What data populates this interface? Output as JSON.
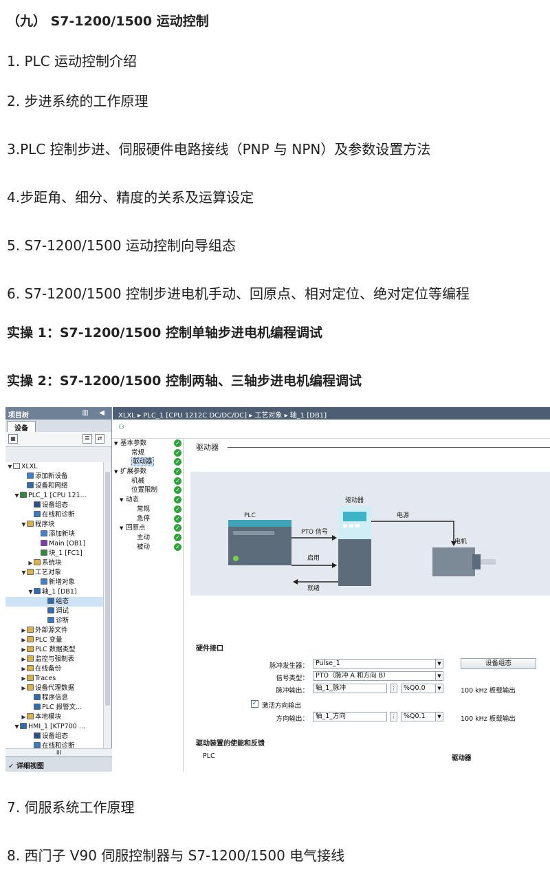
{
  "doc": {
    "heading": "（九） S7-1200/1500 运动控制",
    "item1": "1. PLC 运动控制介绍",
    "item2": "2.  步进系统的工作原理",
    "item3": "3.PLC 控制步进、伺服硬件电路接线（PNP 与 NPN）及参数设置方法",
    "item4": "4.步距角、细分、精度的关系及运算设定",
    "item5": "5. S7-1200/1500 运动控制向导组态",
    "item6": "6. S7-1200/1500 控制步进电机手动、回原点、相对定位、绝对定位等编程",
    "lab1": "实操 1：S7-1200/1500 控制单轴步进电机编程调试",
    "lab2": "实操 2：S7-1200/1500 控制两轴、三轴步进电机编程调试",
    "item7": "7.  伺服系统工作原理",
    "item8": "8.  西门子 V90 伺服控制器与 S7-1200/1500 电气接线"
  },
  "tree": {
    "title": "项目树",
    "title_buttons": "▥ ◀",
    "tab": "设备",
    "items": [
      {
        "label": "XLXL",
        "arrow": "▼",
        "indent": 0,
        "color": "#f2f2f2"
      },
      {
        "label": "添加新设备",
        "arrow": "",
        "indent": 2,
        "color": "#3f7fd0"
      },
      {
        "label": "设备和网络",
        "arrow": "",
        "indent": 2,
        "color": "#2f6db0"
      },
      {
        "label": "PLC_1 [CPU 121...",
        "arrow": "▼",
        "indent": 1,
        "color": "#2f8a3c"
      },
      {
        "label": "设备组态",
        "arrow": "",
        "indent": 3,
        "color": "#2f4f90"
      },
      {
        "label": "在线和诊断",
        "arrow": "",
        "indent": 3,
        "color": "#3a7ac0"
      },
      {
        "label": "程序块",
        "arrow": "▼",
        "indent": 2,
        "color": "#d9b24a"
      },
      {
        "label": "添加新块",
        "arrow": "",
        "indent": 4,
        "color": "#3f7fd0"
      },
      {
        "label": "Main [OB1]",
        "arrow": "",
        "indent": 4,
        "color": "#7a3fb0"
      },
      {
        "label": "块_1 [FC1]",
        "arrow": "",
        "indent": 4,
        "color": "#2f8a3c"
      },
      {
        "label": "系统块",
        "arrow": "▶",
        "indent": 3,
        "color": "#d9b24a"
      },
      {
        "label": "工艺对象",
        "arrow": "▼",
        "indent": 2,
        "color": "#d9b24a"
      },
      {
        "label": "新增对象",
        "arrow": "",
        "indent": 4,
        "color": "#3f7fd0"
      },
      {
        "label": "轴_1 [DB1]",
        "arrow": "▼",
        "indent": 3,
        "color": "#2f6db0"
      },
      {
        "label": "组态",
        "arrow": "",
        "indent": 5,
        "color": "#2f6db0",
        "selected": true
      },
      {
        "label": "调试",
        "arrow": "",
        "indent": 5,
        "color": "#2f6db0"
      },
      {
        "label": "诊断",
        "arrow": "",
        "indent": 5,
        "color": "#3a7ac0"
      },
      {
        "label": "外部源文件",
        "arrow": "▶",
        "indent": 2,
        "color": "#d9b24a"
      },
      {
        "label": "PLC 变量",
        "arrow": "▶",
        "indent": 2,
        "color": "#d9b24a"
      },
      {
        "label": "PLC 数据类型",
        "arrow": "▶",
        "indent": 2,
        "color": "#d9b24a"
      },
      {
        "label": "监控与强制表",
        "arrow": "▶",
        "indent": 2,
        "color": "#d9b24a"
      },
      {
        "label": "在线备份",
        "arrow": "▶",
        "indent": 2,
        "color": "#d9b24a"
      },
      {
        "label": "Traces",
        "arrow": "▶",
        "indent": 2,
        "color": "#d9b24a"
      },
      {
        "label": "设备代理数据",
        "arrow": "▶",
        "indent": 2,
        "color": "#d9b24a"
      },
      {
        "label": "程序信息",
        "arrow": "",
        "indent": 3,
        "color": "#2f6db0"
      },
      {
        "label": "PLC 报警文...",
        "arrow": "",
        "indent": 3,
        "color": "#2f6db0"
      },
      {
        "label": "本地模块",
        "arrow": "▶",
        "indent": 2,
        "color": "#d9b24a"
      },
      {
        "label": "HMI_1 [KTP700 ...",
        "arrow": "▼",
        "indent": 1,
        "color": "#2f6db0"
      },
      {
        "label": "设备组态",
        "arrow": "",
        "indent": 3,
        "color": "#2f4f90"
      },
      {
        "label": "在线和诊断",
        "arrow": "",
        "indent": 3,
        "color": "#3a7ac0"
      }
    ],
    "scroll_label": "III",
    "detail": "详细视图"
  },
  "right": {
    "breadcrumb": "XLXL  ▸  PLC_1 [CPU 1212C DC/DC/DC]  ▸  工艺对象  ▸  轴_1 [DB1]",
    "nav": [
      {
        "label": "基本参数",
        "indent": 0,
        "arrow": "▼"
      },
      {
        "label": "常规",
        "indent": 2,
        "arrow": ""
      },
      {
        "label": "驱动器",
        "indent": 2,
        "arrow": "",
        "selected": true
      },
      {
        "label": "扩展参数",
        "indent": 0,
        "arrow": "▼"
      },
      {
        "label": "机械",
        "indent": 2,
        "arrow": ""
      },
      {
        "label": "位置限制",
        "indent": 2,
        "arrow": ""
      },
      {
        "label": "动态",
        "indent": 1,
        "arrow": "▼"
      },
      {
        "label": "常规",
        "indent": 3,
        "arrow": ""
      },
      {
        "label": "急停",
        "indent": 3,
        "arrow": ""
      },
      {
        "label": "回原点",
        "indent": 1,
        "arrow": "▼"
      },
      {
        "label": "主动",
        "indent": 3,
        "arrow": ""
      },
      {
        "label": "被动",
        "indent": 3,
        "arrow": ""
      }
    ],
    "section_drive": "驱动器",
    "diagram": {
      "plc": "PLC",
      "drive": "驱动器",
      "power": "电源",
      "motor": "电机",
      "pto": "PTO 信号",
      "enable": "启用",
      "ready": "就绪"
    },
    "hw_title": "硬件接口",
    "form": {
      "pulse_gen_label": "脉冲发生器：",
      "pulse_gen_value": "Pulse_1",
      "device_config_btn": "设备组态",
      "signal_type_label": "信号类型：",
      "signal_type_value": "PTO（脉冲 A 和方向 B）",
      "pulse_out_label": "脉冲输出：",
      "pulse_out_value": "轴_1_脉冲",
      "pulse_addr": "%Q0.0",
      "pulse_note": "100 kHz 板载输出",
      "dir_enable_label": "激活方向输出",
      "dir_out_label": "方向输出：",
      "dir_out_value": "轴_1_方向",
      "dir_addr": "%Q0.1",
      "dir_note": "100 kHz 板载输出"
    },
    "enable_title": "驱动装置的使能和反馈",
    "col_plc": "PLC",
    "col_drive": "驱动器"
  }
}
